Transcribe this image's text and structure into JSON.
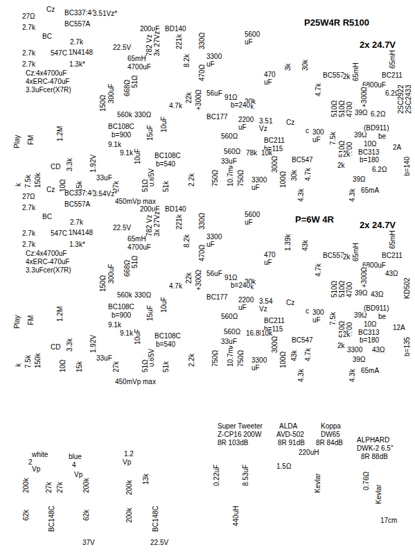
{
  "diagram": {
    "title": "P25W4R R5100",
    "labels": [
      "27Ω",
      "Cz",
      "BC337:40",
      "2.7k",
      "BC557A",
      "BC",
      "2.7k",
      "2.7k",
      "547C",
      "1N4148",
      "2.7k",
      "1.3k*",
      "3.51Vz*",
      "Cz:4x4700uF",
      "4xERC-470uF",
      "3.3uFcer(X7R)",
      "22.5V",
      "65mH",
      "4700uF",
      "200uF",
      "BD140",
      "782 Vz",
      "3x 27Vz",
      "221k",
      "8.2k",
      "330Ω",
      "3300 uF",
      "470Ω",
      "5600 uF",
      "2x 24.7V",
      "65mH",
      "65mH",
      "6800uF",
      "3k",
      "30k",
      "470 uF",
      "BC557",
      "4.7k",
      "2k",
      "BC211",
      "+300Ω",
      "6.2Ω",
      "6.2Ω",
      "2SC2922",
      "2SC2433",
      "20k",
      "510Ω",
      "510Ω",
      "4700",
      "39Ω",
      "k",
      "22k",
      "+300Ω",
      "56uF",
      "91Ω",
      "b=240",
      "BC177",
      "560Ω",
      "560Ω",
      "2200 uF",
      "3.51 Vz",
      "Cz",
      "c",
      "BC211",
      "b=115",
      "7.5k",
      "510Ω",
      "4700",
      "300 uF",
      "39Ω",
      "(BD911)",
      "be",
      "10Ω",
      "BC313",
      "b=180",
      "2k",
      "6.2Ω",
      "2A",
      "b=140",
      "2.2k",
      "750Ω",
      "10.7mA",
      "750Ω",
      "33uF",
      "78k",
      "10k",
      "300Ω",
      "3300 uF",
      "100Ω",
      "BC547",
      "4.7k",
      "4.3k",
      "30k",
      "2k",
      "39Ω",
      "4.3k",
      "65mA",
      "150Ω",
      "300uF",
      "668Ω",
      "51Ω",
      "560k",
      "330Ω",
      "4.7k",
      "BC108C",
      "b=900",
      "9.1k",
      "9.1k",
      "10uF",
      "15uF",
      "10uF",
      "BC108C",
      "b=540",
      "0.65V",
      "1.2M",
      "3.3k",
      "1.92V",
      "15k",
      "33uF",
      "27k",
      "51Ω",
      "51k",
      "10Ω",
      "450mVp max",
      "Play",
      "FM",
      "CD",
      "k",
      "7.5k",
      "150k",
      "27Ω",
      "Cz",
      "BC337:40",
      "2.7k",
      "BC557A",
      "BC",
      "2.7k",
      "2.7k",
      "547C",
      "1N4148",
      "2.7k",
      "1.3k*",
      "3.54Vz*",
      "Cz:4x4700uF",
      "4xERC-470uF",
      "3.3uFcer(X7R)",
      "22.5V",
      "65mH",
      "4700uF",
      "200uF",
      "BD140",
      "782 Vz",
      "3x 27Vz",
      "221k",
      "8.2k",
      "330Ω",
      "3300 uF",
      "470Ω",
      "5600 uF",
      "2x 24.7V",
      "65mH",
      "65mH",
      "6800uF",
      "1.39k",
      "43k",
      "470 uF",
      "BC557",
      "4.7k",
      "2k",
      "BC211",
      "+300Ω",
      "43Ω",
      "43Ω",
      "KD502",
      "3300",
      "20k",
      "510Ω",
      "510Ω",
      "4700",
      "39Ω",
      "k",
      "22k",
      "+300Ω",
      "56uF",
      "91Ω",
      "b=240",
      "BC177",
      "560Ω",
      "560Ω",
      "2200 uF",
      "3.54 Vz",
      "Cz",
      "c",
      "BC211",
      "b=115",
      "7.5k",
      "510Ω",
      "4700",
      "300 uF",
      "39Ω",
      "(BD911)",
      "be",
      "10Ω",
      "BC313",
      "b=180",
      "2k",
      "43Ω",
      "12A",
      "b=135",
      "2.2k",
      "750Ω",
      "10.7mA",
      "750Ω",
      "33uF",
      "16.8k",
      "10k",
      "300Ω",
      "3300 uF",
      "100Ω",
      "BC547",
      "4.7k",
      "4.3k",
      "43k",
      "2k",
      "39Ω",
      "4.3k",
      "65mA",
      "150Ω",
      "300uF",
      "668Ω",
      "51Ω",
      "560k",
      "330Ω",
      "4.7k",
      "BC108C",
      "b=900",
      "9.1k",
      "9.1k",
      "10uF",
      "15uF",
      "10uF",
      "BC108C",
      "b=540",
      "0.65V",
      "1.2M",
      "3.3k",
      "1.92V",
      "15k",
      "33uF",
      "27k",
      "51Ω",
      "51k",
      "10Ω",
      "450mVp max",
      "Play",
      "FM",
      "CD",
      "k",
      "7.5k",
      "150k",
      "P=6W 4R",
      "white",
      "2",
      "Vp",
      "blue",
      "4",
      "Vp",
      "200k",
      "27k",
      "27k",
      "200k",
      "62k",
      "BC148C",
      "62k",
      "37V",
      "1.2",
      "Vp",
      "200k",
      "13k",
      "200k",
      "BC148C",
      "22.5V",
      "Super Tweeter",
      "Z-CP16 200W",
      "8R 103dB",
      "ALDA",
      "AVD-502",
      "8R 91dB",
      "220uH",
      "Koppa",
      "DW65",
      "8R 84dB",
      "ALPHARD",
      "DWK-2 6.5\"",
      "8R 88dB",
      "0.22uF",
      "8.53uF",
      "1.5Ω",
      "440uH",
      "Kevlar",
      "0.76Ω",
      "Kevlar",
      "17cm"
    ]
  }
}
